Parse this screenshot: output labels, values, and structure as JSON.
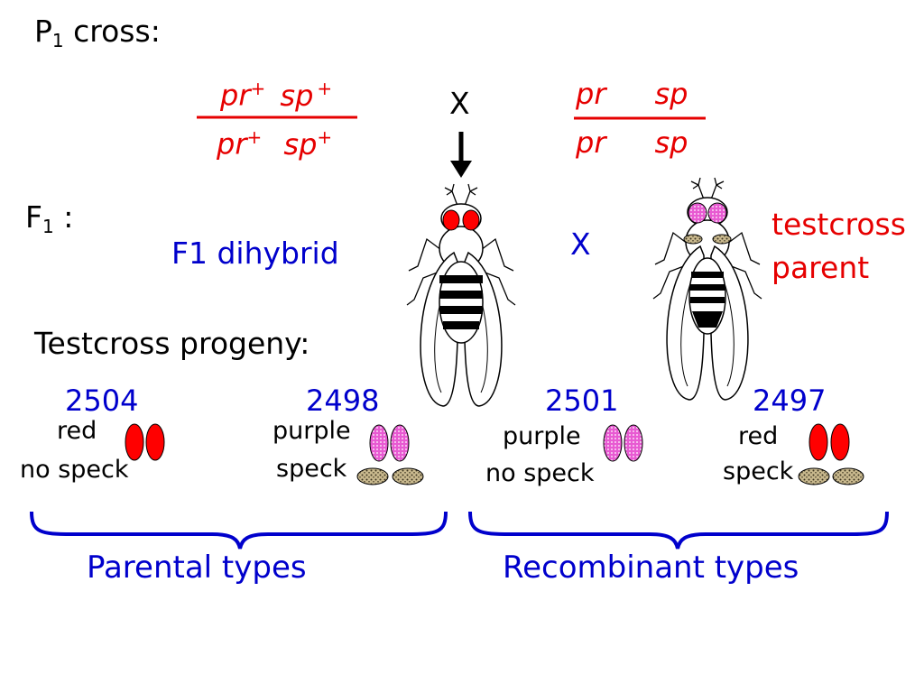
{
  "labels": {
    "p1_letter": "P",
    "p1_sub": "1",
    "p1_rest": " cross:",
    "f1_letter": "F",
    "f1_sub": "1",
    "f1_rest": " :",
    "testcross_progeny": "Testcross progeny:",
    "f1_dihybrid": "F1 dihybrid",
    "testcross_parent_line1": "testcross",
    "testcross_parent_line2": "parent",
    "cross_symbol": "X",
    "f1_cross_symbol": "X"
  },
  "p1_cross": {
    "left": {
      "top_gene1": "pr",
      "top_gene1_sup": "+",
      "top_gene2": "sp",
      "top_gene2_sup": "+",
      "bottom_gene1": "pr",
      "bottom_gene1_sup": "+",
      "bottom_gene2": "sp",
      "bottom_gene2_sup": "+"
    },
    "right": {
      "top_gene1": "pr",
      "top_gene2": "sp",
      "bottom_gene1": "pr",
      "bottom_gene2": "sp"
    }
  },
  "progeny": [
    {
      "count": "2504",
      "line1": "red",
      "line2": "no speck",
      "eye": "red",
      "speck": false
    },
    {
      "count": "2498",
      "line1": "purple",
      "line2": "speck",
      "eye": "purple",
      "speck": true
    },
    {
      "count": "2501",
      "line1": "purple",
      "line2": "no speck",
      "eye": "purple",
      "speck": false
    },
    {
      "count": "2497",
      "line1": "red",
      "line2": "speck",
      "eye": "red",
      "speck": true
    }
  ],
  "groups": {
    "parental": "Parental types",
    "recombinant": "Recombinant types"
  },
  "colors": {
    "genotype_red": "#e60000",
    "label_blue": "#0000cc",
    "eye_red": "#ff0000",
    "eye_purple": "#e85ad2",
    "speck_brown": "#8c7b55"
  }
}
